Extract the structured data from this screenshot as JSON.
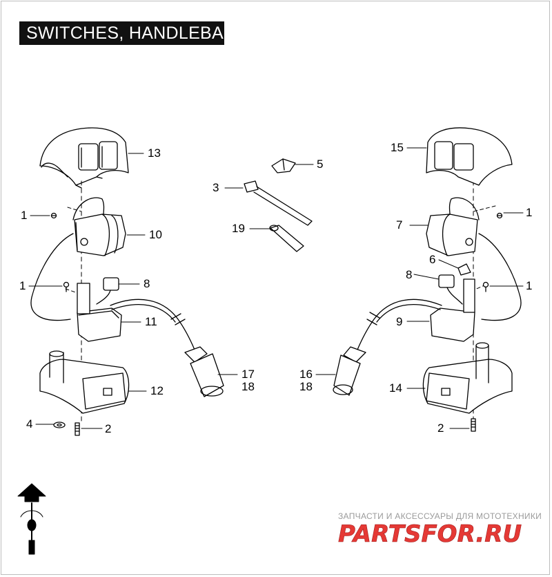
{
  "title": "SWITCHES, HANDLEBAR",
  "callouts": {
    "c13": "13",
    "c10": "10",
    "c8": "8",
    "c11": "11",
    "c12": "12",
    "c1_upper_left": "1",
    "c1_mid_left": "1",
    "c4": "4",
    "c2_left": "2",
    "c17": "17",
    "c18_left": "18",
    "c5": "5",
    "c3": "3",
    "c19": "19",
    "c15": "15",
    "c7": "7",
    "c6": "6",
    "c1_upper_right": "1",
    "c1_mid_right": "1",
    "c8_right": "8",
    "c9": "9",
    "c14": "14",
    "c2_right": "2",
    "c16": "16",
    "c18_right": "18"
  },
  "watermark": {
    "caption": "ЗАПЧАСТИ И АКСЕССУАРЫ ДЛЯ МОТОТЕХНИКИ",
    "logo": "PARTSFOR.RU"
  },
  "colors": {
    "title_bg": "#111111",
    "title_fg": "#ffffff",
    "watermark_red": "#e53935",
    "line": "#000000"
  }
}
